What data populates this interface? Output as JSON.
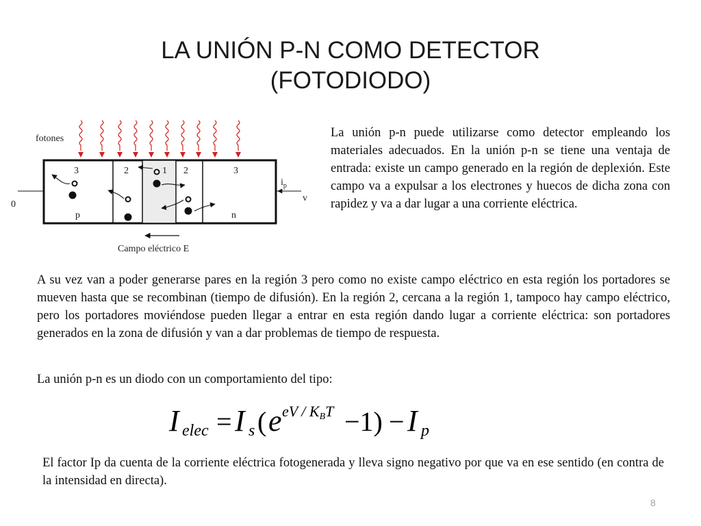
{
  "slide": {
    "title_line1": "LA UNIÓN P-N COMO DETECTOR",
    "title_line2": "(FOTODIODO)",
    "page_number": "8"
  },
  "diagram": {
    "photons_label": "fotones",
    "region_labels": [
      "3",
      "2",
      "1",
      "2",
      "3"
    ],
    "p_label": "p",
    "n_label": "n",
    "zero_label": "0",
    "ip_label": "i",
    "ip_subscript": "p",
    "v_label": "v",
    "field_label": "Campo eléctrico E",
    "photon_color": "#d42020"
  },
  "text": {
    "right_paragraph": "La unión p-n puede utilizarse como detector empleando los materiales adecuados. En la unión p-n se tiene una ventaja de entrada: existe un campo generado en la región de deplexión. Este campo va a expulsar a los electrones y huecos de dicha zona con rapidez y va a dar lugar a una corriente eléctrica.",
    "middle_paragraph": "A su vez van a poder generarse pares en la región 3 pero como no existe campo eléctrico en esta región los portadores se mueven hasta que se recombinan (tiempo de difusión). En la región 2, cercana a la región 1, tampoco hay campo eléctrico, pero los portadores moviéndose pueden llegar a entrar en esta región dando lugar a corriente eléctrica: son portadores generados en la zona de difusión y van a dar problemas de tiempo de respuesta.",
    "diode_intro": "La unión p-n es un diodo con un comportamiento del tipo:",
    "bottom_paragraph": "El factor Ip da cuenta de la corriente eléctrica fotogenerada y lleva signo negativo por que va en ese sentido (en contra de la intensidad en directa)."
  },
  "formula": {
    "I1": "I",
    "sub_elec": "elec",
    "equals": "=",
    "I2": "I",
    "sub_s": "s",
    "open_paren": "(",
    "e": "e",
    "exp_main": "eV / K",
    "exp_sub": "B",
    "exp_T": "T",
    "minus_one": "−1)",
    "minus": "−",
    "I3": "I",
    "sub_p": "p"
  }
}
